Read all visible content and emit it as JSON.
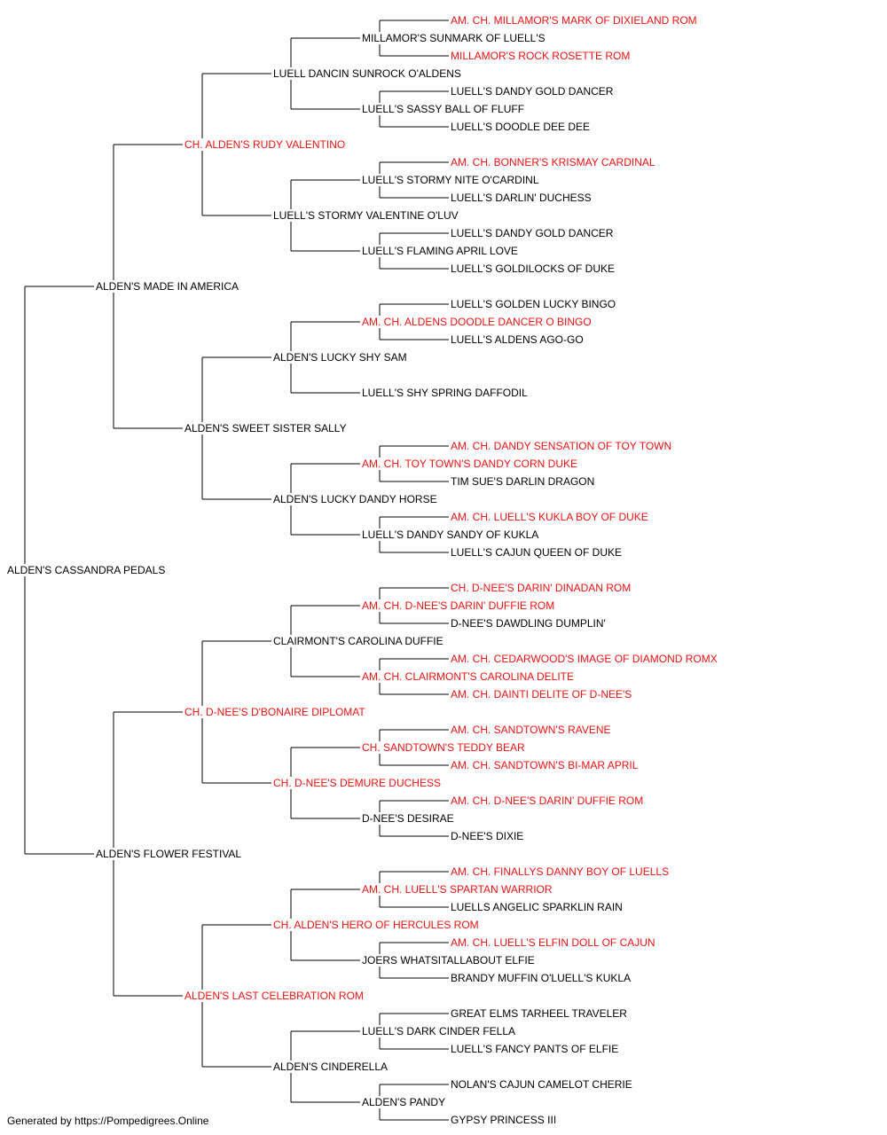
{
  "colors": {
    "line": "#000000",
    "text": "#000000",
    "champion": "#ee1111",
    "background": "#ffffff"
  },
  "pedigree": {
    "subject": {
      "name": "ALDEN'S CASSANDRA PEDALS"
    },
    "ancestors": [
      {
        "name": "ALDEN'S MADE IN AMERICA",
        "champion": false
      },
      {
        "name": "ALDEN'S FLOWER FESTIVAL",
        "champion": false
      },
      {
        "name": "CH. ALDEN'S RUDY VALENTINO",
        "champion": true
      },
      {
        "name": "ALDEN'S SWEET SISTER SALLY",
        "champion": false
      },
      {
        "name": "CH. D-NEE'S D'BONAIRE DIPLOMAT",
        "champion": true
      },
      {
        "name": "ALDEN'S LAST CELEBRATION ROM",
        "champion": true
      },
      {
        "name": "LUELL DANCIN SUNROCK O'ALDENS",
        "champion": false
      },
      {
        "name": "LUELL'S STORMY VALENTINE O'LUV",
        "champion": false
      },
      {
        "name": "ALDEN'S LUCKY SHY SAM",
        "champion": false
      },
      {
        "name": "ALDEN'S LUCKY DANDY HORSE",
        "champion": false
      },
      {
        "name": "CLAIRMONT'S CAROLINA DUFFIE",
        "champion": false
      },
      {
        "name": "CH. D-NEE'S DEMURE DUCHESS",
        "champion": true
      },
      {
        "name": "CH. ALDEN'S HERO OF HERCULES ROM",
        "champion": true
      },
      {
        "name": "ALDEN'S CINDERELLA",
        "champion": false
      },
      {
        "name": "MILLAMOR'S SUNMARK OF LUELL'S",
        "champion": false
      },
      {
        "name": "LUELL'S SASSY BALL OF FLUFF",
        "champion": false
      },
      {
        "name": "LUELL'S STORMY NITE O'CARDINL",
        "champion": false
      },
      {
        "name": "LUELL'S FLAMING APRIL LOVE",
        "champion": false
      },
      {
        "name": "AM. CH. ALDENS DOODLE DANCER O BINGO",
        "champion": true
      },
      {
        "name": "LUELL'S SHY SPRING DAFFODIL",
        "champion": false
      },
      {
        "name": "AM. CH. TOY TOWN'S DANDY CORN DUKE",
        "champion": true
      },
      {
        "name": "LUELL'S DANDY SANDY OF KUKLA",
        "champion": false
      },
      {
        "name": "AM. CH. D-NEE'S DARIN' DUFFIE ROM",
        "champion": true
      },
      {
        "name": "AM. CH. CLAIRMONT'S CAROLINA DELITE",
        "champion": true
      },
      {
        "name": "CH. SANDTOWN'S TEDDY BEAR",
        "champion": true
      },
      {
        "name": "D-NEE'S DESIRAE",
        "champion": false
      },
      {
        "name": "AM. CH. LUELL'S SPARTAN WARRIOR",
        "champion": true
      },
      {
        "name": "JOERS WHATSITALLABOUT ELFIE",
        "champion": false
      },
      {
        "name": "LUELL'S DARK CINDER FELLA",
        "champion": false
      },
      {
        "name": "ALDEN'S PANDY",
        "champion": false
      },
      {
        "name": "AM. CH. MILLAMOR'S MARK OF DIXIELAND ROM",
        "champion": true
      },
      {
        "name": "MILLAMOR'S ROCK ROSETTE ROM",
        "champion": true
      },
      {
        "name": "LUELL'S DANDY GOLD DANCER",
        "champion": false
      },
      {
        "name": "LUELL'S DOODLE DEE DEE",
        "champion": false
      },
      {
        "name": "AM. CH. BONNER'S KRISMAY CARDINAL",
        "champion": true
      },
      {
        "name": "LUELL'S DARLIN' DUCHESS",
        "champion": false
      },
      {
        "name": "LUELL'S DANDY GOLD DANCER",
        "champion": false
      },
      {
        "name": "LUELL'S GOLDILOCKS OF DUKE",
        "champion": false
      },
      {
        "name": "LUELL'S GOLDEN LUCKY BINGO",
        "champion": false
      },
      {
        "name": "LUELL'S ALDENS AGO-GO",
        "champion": false
      },
      null,
      null,
      {
        "name": "AM. CH. DANDY SENSATION OF TOY TOWN",
        "champion": true
      },
      {
        "name": "TIM SUE'S DARLIN DRAGON",
        "champion": false
      },
      {
        "name": "AM. CH. LUELL'S KUKLA BOY OF DUKE",
        "champion": true
      },
      {
        "name": "LUELL'S CAJUN QUEEN OF DUKE",
        "champion": false
      },
      {
        "name": "CH. D-NEE'S DARIN' DINADAN ROM",
        "champion": true
      },
      {
        "name": "D-NEE'S DAWDLING DUMPLIN'",
        "champion": false
      },
      {
        "name": "AM. CH. CEDARWOOD'S IMAGE OF DIAMOND ROMX",
        "champion": true
      },
      {
        "name": "AM. CH. DAINTI DELITE OF D-NEE'S",
        "champion": true
      },
      {
        "name": "AM. CH. SANDTOWN'S RAVENE",
        "champion": true
      },
      {
        "name": "AM. CH. SANDTOWN'S BI-MAR APRIL",
        "champion": true
      },
      {
        "name": "AM. CH. D-NEE'S DARIN' DUFFIE ROM",
        "champion": true
      },
      {
        "name": "D-NEE'S DIXIE",
        "champion": false
      },
      {
        "name": "AM. CH. FINALLYS DANNY BOY OF LUELLS",
        "champion": true
      },
      {
        "name": "LUELLS ANGELIC SPARKLIN RAIN",
        "champion": false
      },
      {
        "name": "AM. CH. LUELL'S ELFIN DOLL OF CAJUN",
        "champion": true
      },
      {
        "name": "BRANDY MUFFIN O'LUELL'S KUKLA",
        "champion": false
      },
      {
        "name": "GREAT ELMS TARHEEL TRAVELER",
        "champion": false
      },
      {
        "name": "LUELL'S FANCY PANTS OF ELFIE",
        "champion": false
      },
      {
        "name": "NOLAN'S CAJUN CAMELOT CHERIE",
        "champion": false
      },
      {
        "name": "GYPSY PRINCESS III",
        "champion": false
      }
    ]
  },
  "footer": {
    "text": "Generated by https://Pompedigrees.Online"
  }
}
